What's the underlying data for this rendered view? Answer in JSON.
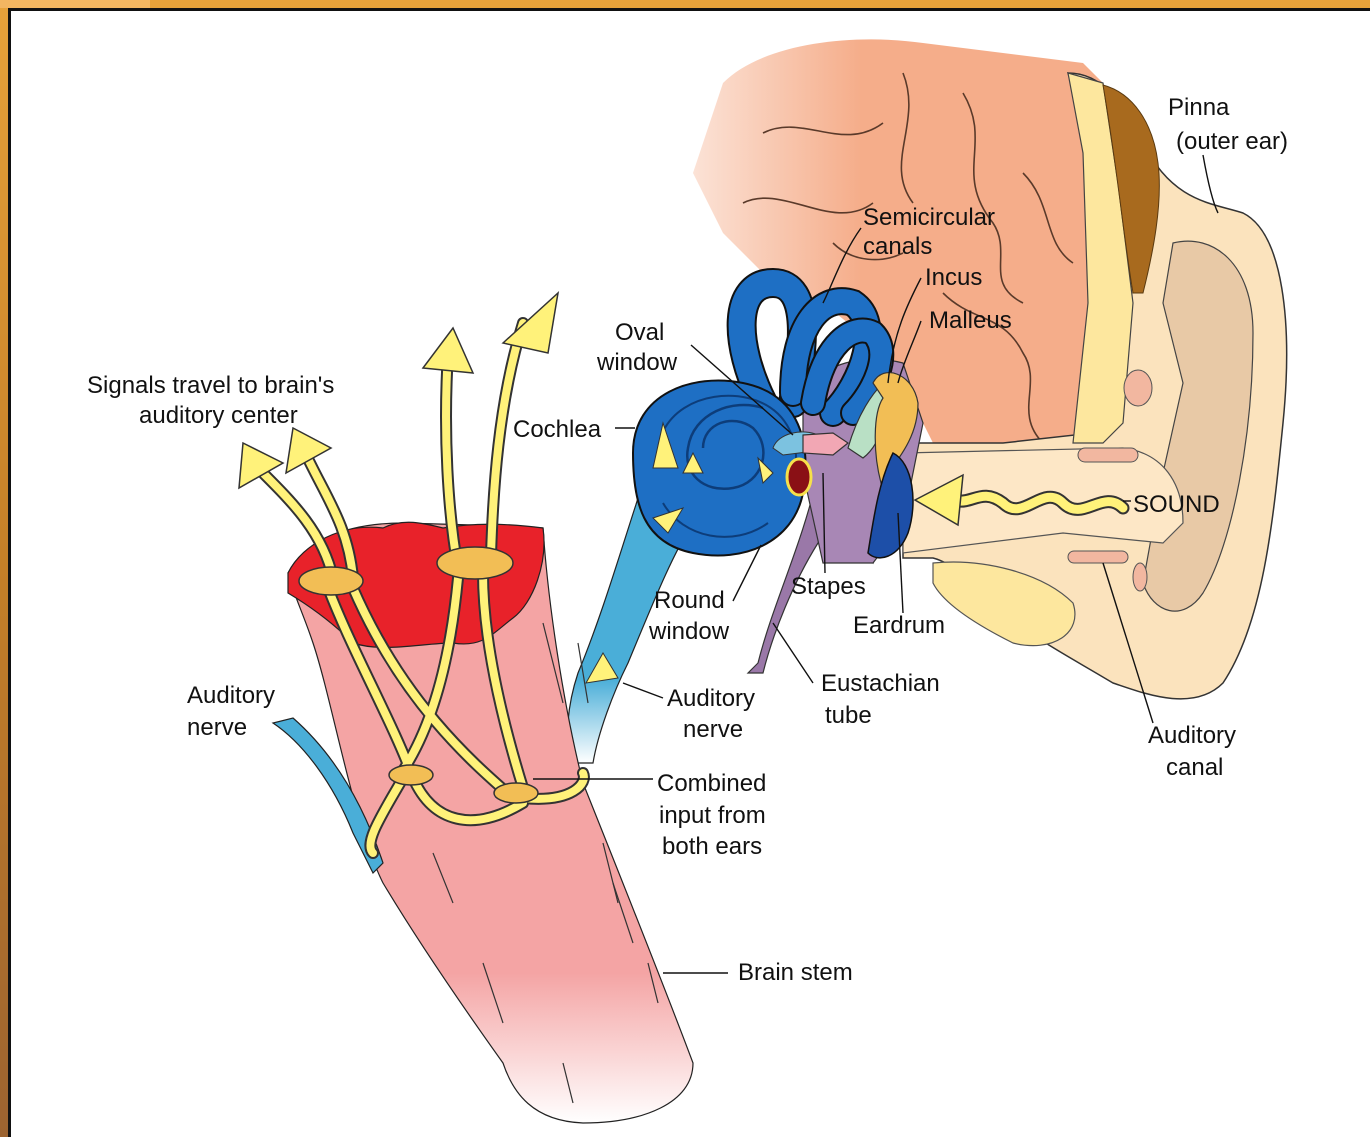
{
  "labels": {
    "pinna_1": "Pinna",
    "pinna_2": "(outer ear)",
    "semicircular_1": "Semicircular",
    "semicircular_2": "canals",
    "incus": "Incus",
    "malleus": "Malleus",
    "oval_window_1": "Oval",
    "oval_window_2": "window",
    "signals_1": "Signals travel to brain's",
    "signals_2": "auditory center",
    "cochlea": "Cochlea",
    "sound": "SOUND",
    "stapes": "Stapes",
    "round_window_1": "Round",
    "round_window_2": "window",
    "eardrum": "Eardrum",
    "auditory_nerve_left_1": "Auditory",
    "auditory_nerve_left_2": "nerve",
    "auditory_nerve_mid_1": "Auditory",
    "auditory_nerve_mid_2": "nerve",
    "eustachian_1": "Eustachian",
    "eustachian_2": "tube",
    "auditory_canal_1": "Auditory",
    "auditory_canal_2": "canal",
    "combined_1": "Combined",
    "combined_2": "input from",
    "combined_3": "both ears",
    "brain_stem": "Brain stem"
  },
  "colors": {
    "frame": "#c8861e",
    "brain_tissue": "#f5ad8a",
    "brain_stem": "#f4a4a4",
    "brain_cut": "#e8222a",
    "cochlea": "#1e6fc4",
    "auditory_nerve": "#4aaed8",
    "signal": "#fff27a",
    "outer_ear": "#fbe3bd",
    "skin_fold": "#fde79e",
    "eustachian_tube": "#9a78a8",
    "eardrum": "#1d4fa8",
    "hair": "#a86a1e"
  }
}
